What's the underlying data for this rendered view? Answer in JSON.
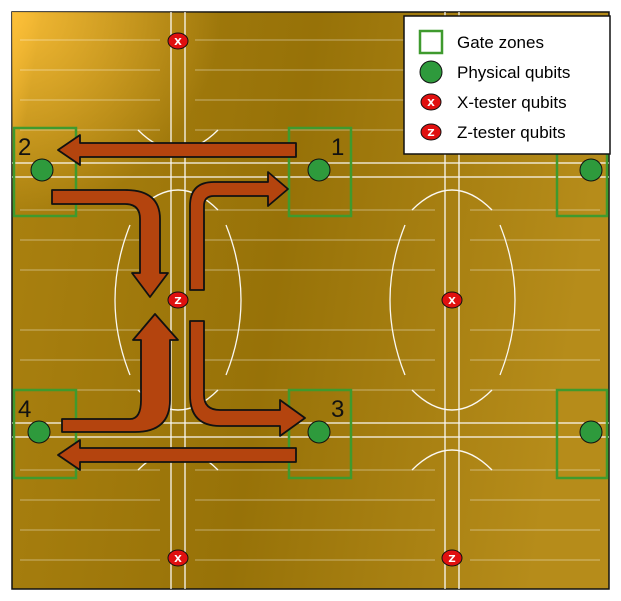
{
  "figure": {
    "legend": {
      "items": [
        {
          "key": "gate-zone",
          "label": "Gate zones"
        },
        {
          "key": "physical",
          "label": "Physical qubits"
        },
        {
          "key": "x-tester",
          "label": "X-tester qubits"
        },
        {
          "key": "z-tester",
          "label": "Z-tester qubits"
        }
      ]
    },
    "gate_zones": [
      {
        "label": "2"
      },
      {
        "label": "1"
      },
      {
        "label": ""
      },
      {
        "label": "4"
      },
      {
        "label": "3"
      },
      {
        "label": ""
      }
    ],
    "tester_qubits": [
      {
        "type": "X",
        "letter": "X"
      },
      {
        "type": "Z",
        "letter": "Z"
      },
      {
        "type": "X",
        "letter": "X"
      },
      {
        "type": "X",
        "letter": "X"
      },
      {
        "type": "Z",
        "letter": "Z"
      }
    ],
    "colors": {
      "substrate_light": "#c79a1c",
      "substrate_dark": "#6f5306",
      "electrode_line": "#ffffff",
      "gate_zone": "#3f9a2e",
      "physical_qubit": "#2e9a3c",
      "tester_qubit": "#e01010",
      "arrow_fill": "#b4440e",
      "arrow_stroke": "#111111"
    },
    "arrows": [
      {
        "from": "zone-1",
        "to": "zone-2",
        "shape": "straight"
      },
      {
        "from": "zone-2",
        "to": "center-z",
        "shape": "bent"
      },
      {
        "from": "center-z",
        "to": "zone-1",
        "shape": "bent"
      },
      {
        "from": "zone-4",
        "to": "center-z",
        "shape": "bent"
      },
      {
        "from": "center-z",
        "to": "zone-3",
        "shape": "bent"
      },
      {
        "from": "zone-3",
        "to": "zone-4",
        "shape": "straight"
      }
    ]
  }
}
